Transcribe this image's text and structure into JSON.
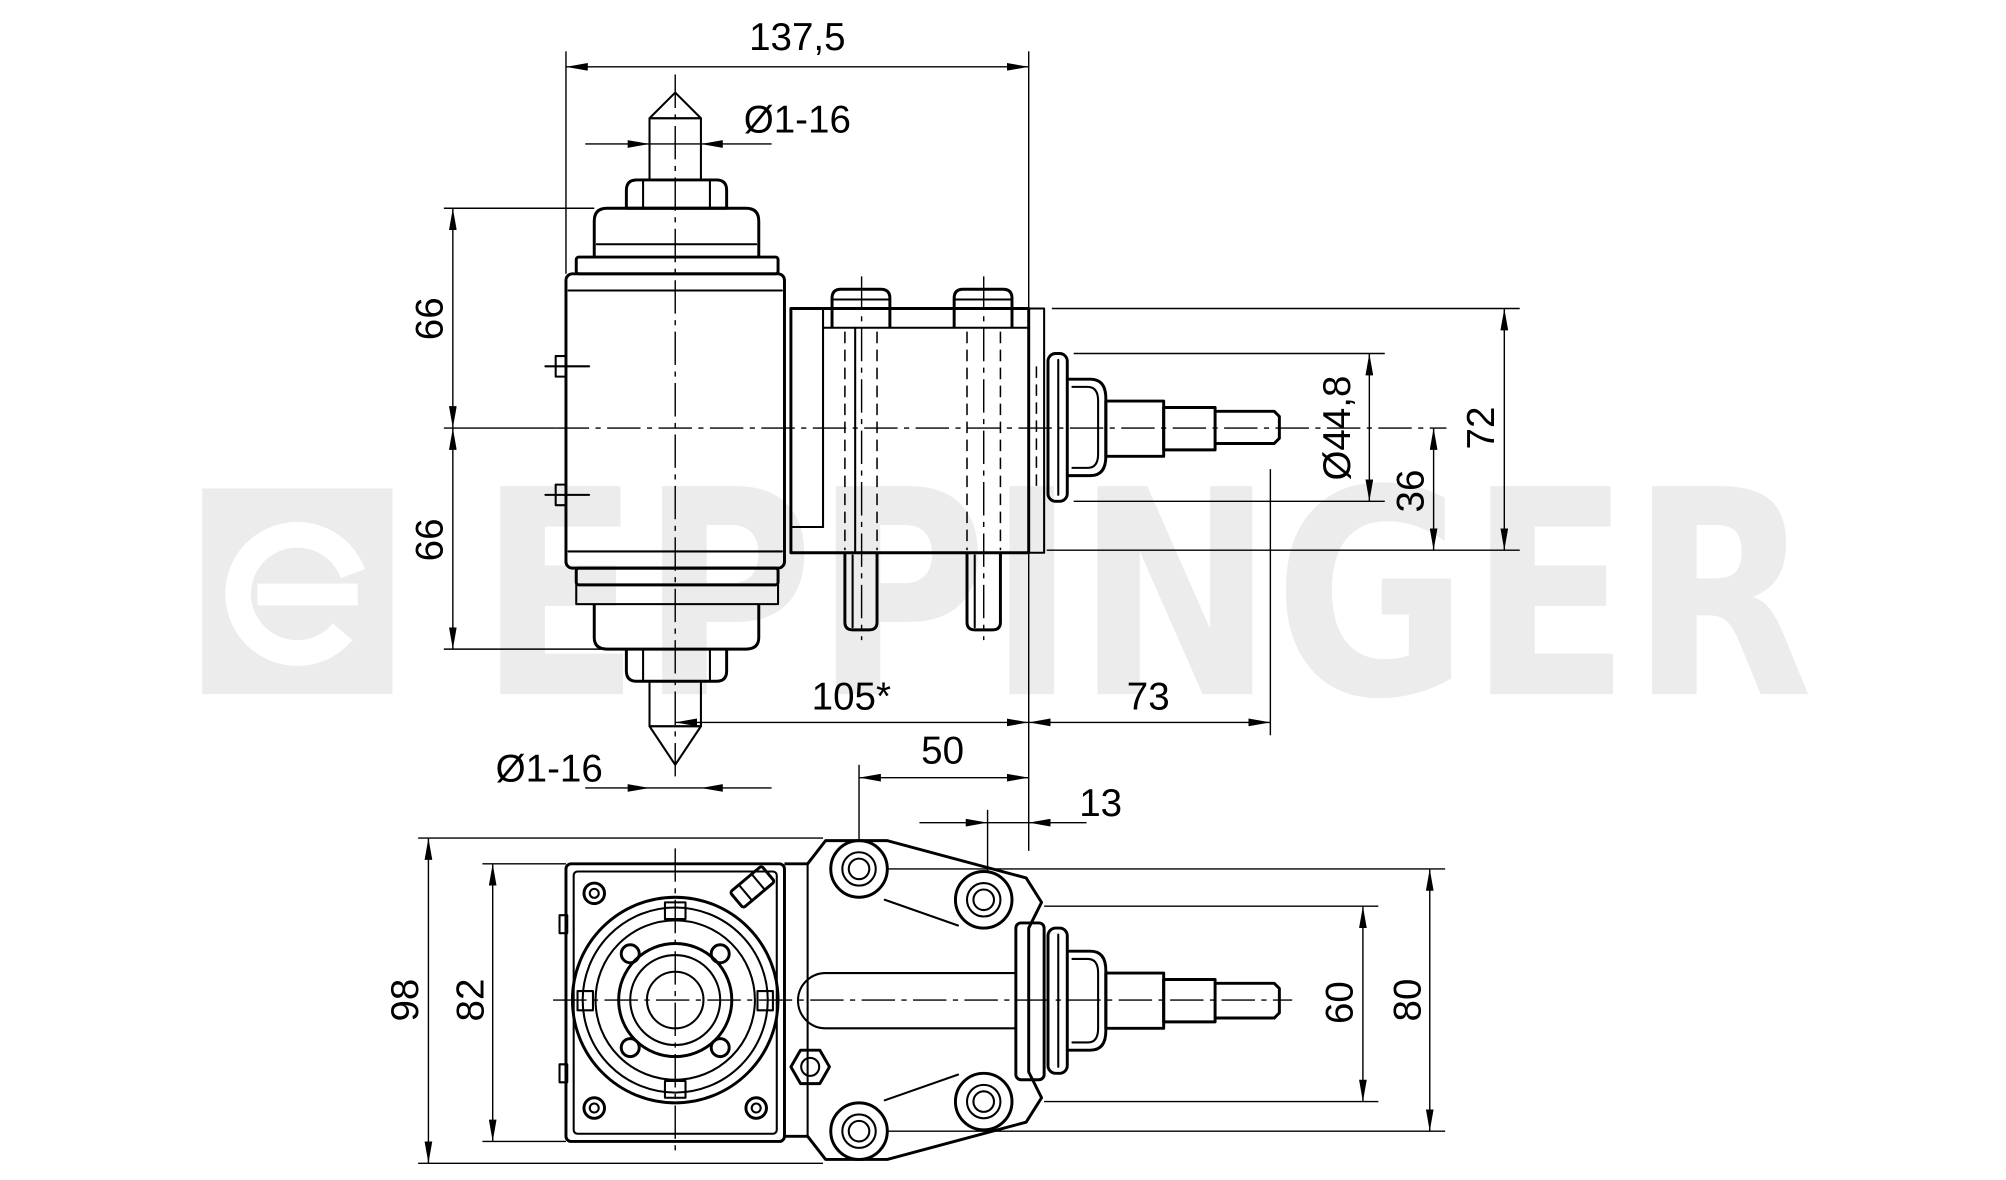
{
  "colors": {
    "line": "#000000",
    "watermark": "#ececec"
  },
  "drawing": {
    "watermark": "EPPINGER",
    "side_view": {
      "overall_length": "137,5",
      "tool_diameter_top": "Ø1-16",
      "tool_diameter_bottom": "Ø1-16",
      "upper_height": "66",
      "lower_height": "66",
      "flange_height": "72",
      "shaft_diameter": "Ø44,8",
      "flange_half_height": "36",
      "axis_to_flange": "105*",
      "shaft_projection": "73"
    },
    "plan_view": {
      "outer_width": "98",
      "body_width": "82",
      "bolt_offset": "50",
      "flange_thickness": "13",
      "inner_bolt_spacing": "60",
      "outer_bolt_spacing": "80"
    }
  }
}
